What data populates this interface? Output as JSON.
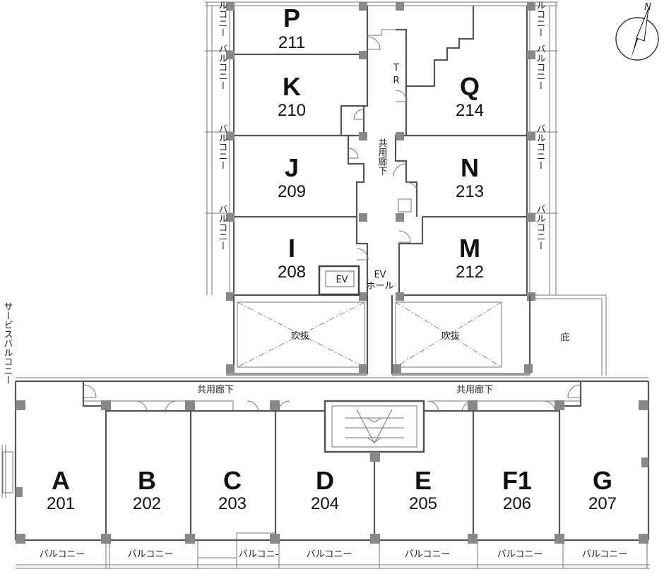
{
  "units": [
    {
      "letter": "P",
      "number": "211"
    },
    {
      "letter": "K",
      "number": "210"
    },
    {
      "letter": "J",
      "number": "209"
    },
    {
      "letter": "I",
      "number": "208"
    },
    {
      "letter": "Q",
      "number": "214"
    },
    {
      "letter": "N",
      "number": "213"
    },
    {
      "letter": "M",
      "number": "212"
    },
    {
      "letter": "A",
      "number": "201"
    },
    {
      "letter": "B",
      "number": "202"
    },
    {
      "letter": "C",
      "number": "203"
    },
    {
      "letter": "D",
      "number": "204"
    },
    {
      "letter": "E",
      "number": "205"
    },
    {
      "letter": "F1",
      "number": "206"
    },
    {
      "letter": "G",
      "number": "207"
    }
  ],
  "labels": {
    "balcony": "バルコニー",
    "balcony_short": "バルコニ-",
    "corridor": "共用廊下",
    "void": "吹抜",
    "eaves": "庇",
    "ev": "EV",
    "ev_hall_line1": "EV",
    "ev_hall_line2": "ホール",
    "tr": "TR",
    "service_balcony": "サービスバルコニー",
    "compass_n": "N"
  }
}
